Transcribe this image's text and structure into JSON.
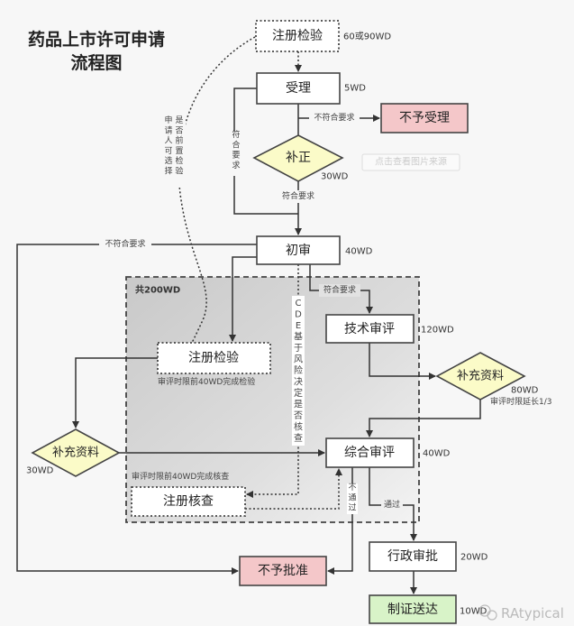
{
  "title": {
    "line1": "药品上市许可申请",
    "line2": "流程图"
  },
  "colors": {
    "reject": "#f4c7c9",
    "decision": "#fbfbc8",
    "final": "#d8f3c8",
    "review_area": "#d8d8d8"
  },
  "nodes": {
    "reg_test_top": {
      "label": "注册检验",
      "duration": "60或90WD"
    },
    "accept": {
      "label": "受理",
      "duration": "5WD"
    },
    "reject_accept": {
      "label": "不予受理"
    },
    "correction": {
      "label": "补正",
      "duration": "30WD"
    },
    "initial_review": {
      "label": "初审",
      "duration": "40WD"
    },
    "tech_review": {
      "label": "技术审评",
      "duration": "120WD"
    },
    "supplement_right": {
      "label": "补充资料",
      "duration": "80WD",
      "note": "审评时限延长1/3"
    },
    "reg_test_inner": {
      "label": "注册检验",
      "note": "审评时限前40WD完成检验"
    },
    "supplement_left": {
      "label": "补充资料",
      "duration": "30WD"
    },
    "comprehensive_review": {
      "label": "综合审评",
      "duration": "40WD"
    },
    "reg_inspection": {
      "label": "注册核查",
      "note": "审评时限前40WD完成核查"
    },
    "reject_approval": {
      "label": "不予批准"
    },
    "admin_approval": {
      "label": "行政审批",
      "duration": "20WD"
    },
    "certificate": {
      "label": "制证送达",
      "duration": "10WD"
    }
  },
  "review_area": {
    "label": "共200WD"
  },
  "edges": {
    "not_meet_1": "不符合要求",
    "meet_loop": "符合要求",
    "meet_after_correction": "符合要求",
    "not_meet_2": "不符合要求",
    "meet_to_tech": "符合要求",
    "applicant_option_col1": "申请人可选择",
    "applicant_option_col2": "是否前置检验",
    "cde_decision": "CDE基于风险决定是否核查",
    "fail": "不通过",
    "pass": "通过"
  },
  "overlays": {
    "source_hint": "点击查看图片来源",
    "watermark": "RAtypical"
  }
}
